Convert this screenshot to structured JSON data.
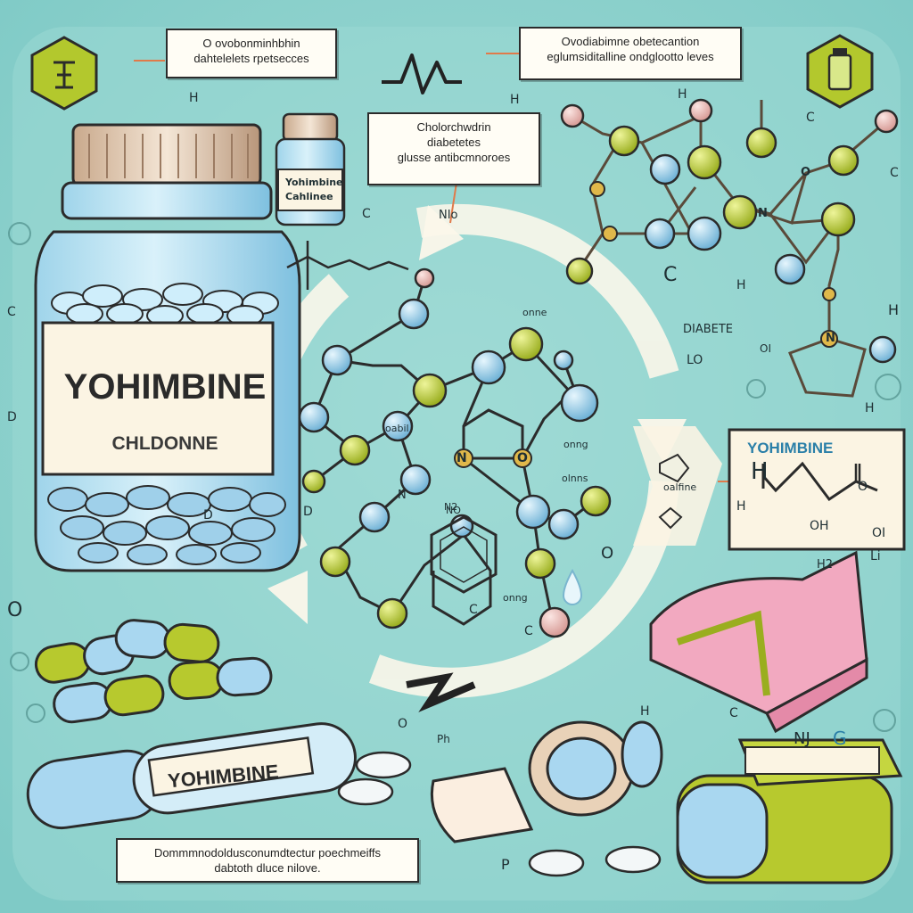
{
  "colors": {
    "background": "#8fd3cf",
    "bubble_blue": "#8ccbe8",
    "bubble_green": "#b5c934",
    "bubble_pink": "#e9b9b5",
    "capsule_green": "#b7c92e",
    "capsule_blue": "#a9d7f0",
    "tissue_pink": "#f2a9c0",
    "label_cream": "#fbf4e3",
    "accent_text_blue": "#2a7fa8"
  },
  "icons": {
    "top_left_badge": "molecule-badge-icon",
    "top_right_badge": "bottle-badge-icon",
    "pulse": "pulse-wave-icon",
    "droplet": "droplet-icon",
    "lightning": "lightning-bolt-icon"
  },
  "labels": {
    "top_left_callout": [
      "O ovobonminhbhin",
      "dahtelelets rpetsecces"
    ],
    "top_right_callout": [
      "Ovodiabimne obetecantion",
      "eglumsiditalline ondglootto leves"
    ],
    "center_callout": [
      "Cholorchwdrin",
      "diabetetes",
      "glusse antibcmnoroes"
    ],
    "center_small_tag": "NIo",
    "bottom_callout": [
      "Dommmnodoldusconumdtectur poechmeiffs",
      "dabtoth dluce nilove."
    ],
    "diabetes_tag": "DIABETE",
    "side_panel_title": "YOHIMBINE",
    "side_formula_h": "H",
    "side_formula_oh": "OH",
    "side_formula_o": "O",
    "side_formula_oi": "OI"
  },
  "bottle": {
    "title": "YOHIMBINE",
    "subtitle": "CHLDONNE",
    "small_vial_lines": [
      "Yohimbine",
      "Cahlinee"
    ]
  },
  "capsule": {
    "label": "YOHIMBINE"
  },
  "molecule_annotations": [
    "onne",
    "oabil",
    "onng",
    "olnns",
    "oalfine",
    "onng",
    "N",
    "O",
    "N",
    "O",
    "OI",
    "N"
  ],
  "floating_glyphs": [
    "H",
    "C",
    "H",
    "O",
    "C",
    "H",
    "C",
    "D",
    "N",
    "H",
    "C",
    "Ph",
    "NJ",
    "G",
    "P",
    "C",
    "H",
    "O",
    "C",
    "D",
    "H",
    "C",
    "H",
    "Li",
    "N2",
    "H2",
    "H",
    "C",
    "O",
    "LO",
    "NO",
    "D"
  ]
}
